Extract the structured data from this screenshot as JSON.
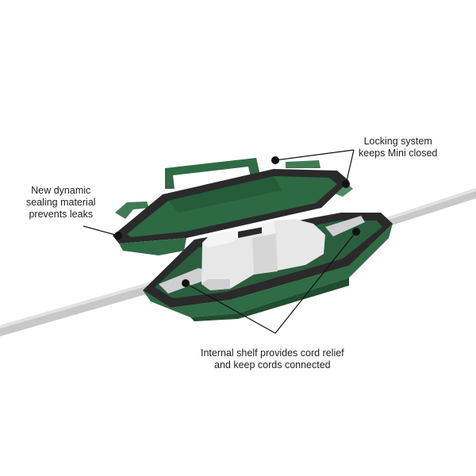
{
  "image": {
    "subject": "green weatherproof cord connector cover (open), with cable running through",
    "colors": {
      "background": "#ffffff",
      "body_green": "#2f6b44",
      "body_green_dark": "#1f4d30",
      "body_green_light": "#4f8b63",
      "gasket": "#2a2a2a",
      "plug_white": "#e6e6e6",
      "cord_gray": "#c9c9c9",
      "leader": "#111111",
      "text": "#1e1e1e"
    }
  },
  "callouts": {
    "locking": {
      "lines": [
        "Locking system",
        "keeps Mini closed"
      ]
    },
    "sealing": {
      "lines": [
        "New dynamic",
        "sealing material",
        "prevents leaks"
      ]
    },
    "shelf": {
      "lines": [
        "Internal shelf provides cord relief",
        "and keep cords connected"
      ]
    }
  }
}
